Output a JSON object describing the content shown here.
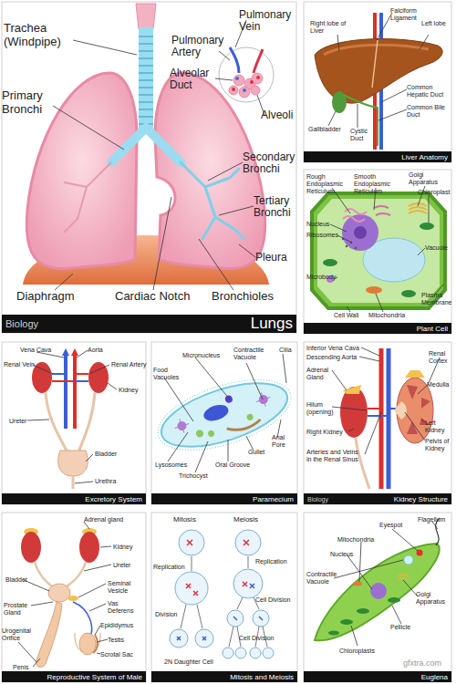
{
  "diagram": {
    "nodes": [
      {
        "text": [
          "Biology",
          "Lungs"
        ]
      },
      {
        "text": [
          "Liver Anatomy"
        ]
      },
      {
        "text": [
          "Plant Cell"
        ]
      },
      {
        "text": [
          "Excretory System"
        ]
      },
      {
        "text": [
          "Paramecium"
        ]
      },
      {
        "text": [
          "Biology",
          "Kidney Structure"
        ]
      },
      {
        "text": [
          "Reproductive System of Male"
        ]
      },
      {
        "text": [
          "Mitosis and Meiosis"
        ]
      },
      {
        "text": [
          "Euglena"
        ]
      }
    ],
    "labels": [
      "Trachea (Windpipe)",
      "Primary Bronchi",
      "Pulmonary Vein",
      "Pulmonary Artery",
      "Alveolar Duct",
      "Alveoli",
      "Secondary Bronchi",
      "Tertiary Bronchi",
      "Pleura",
      "Diaphragm",
      "Cardiac Notch",
      "Bronchioles",
      "Falciform Ligament",
      "Right lobe of Liver",
      "Left lobe",
      "Common Hepatic Duct",
      "Common Bile Duct",
      "Gallbladder",
      "Cystic Duct",
      "Rough Endoplasmic Reticulum",
      "Smooth Endoplasmic Reticulum",
      "Golgi Apparatus",
      "Chloroplast",
      "Nucleus",
      "Ribosomes",
      "Vacuole",
      "Microbody",
      "Plasma Membrane",
      "Cell Wall",
      "Mitochondria",
      "Vena Cava",
      "Aorta",
      "Renal Vein",
      "Renal Artery",
      "Kidney",
      "Ureter",
      "Bladder",
      "Urethra",
      "Food Vacuoles",
      "Micronucleus",
      "Contractile Vacuole",
      "Cilia",
      "Anal Pore",
      "Gullet",
      "Oral Groove",
      "Trichocyst",
      "Lysosomes",
      "Inferior Vena Cava",
      "Descending Aorta",
      "Adrenal Gland",
      "Renal Cortex",
      "Medulla",
      "Hilum (opening)",
      "Right Kidney",
      "Left Kidney",
      "Pelvis of Kidney",
      "Arteries and Veins in the Renal Sinus",
      "Adrenal gland",
      "Kidney",
      "Bladder",
      "Ureter",
      "Seminal Vesicle",
      "Vas Deferens",
      "Prostate Gland",
      "Urogenital Orifice",
      "Epididymus",
      "Testis",
      "Scrotal Sac",
      "Penis",
      "Mitosis",
      "Meiosis",
      "Replication",
      "Division",
      "2N Daughter Cell",
      "Replication",
      "Cell Division",
      "Cell Division",
      "Flagellum",
      "Eyespot",
      "Mitochondria",
      "Nucleus",
      "Contractile Vacuole",
      "Golgi Apparatus",
      "Pellicle",
      "Chloroplasts",
      "gfxtra.com"
    ]
  }
}
